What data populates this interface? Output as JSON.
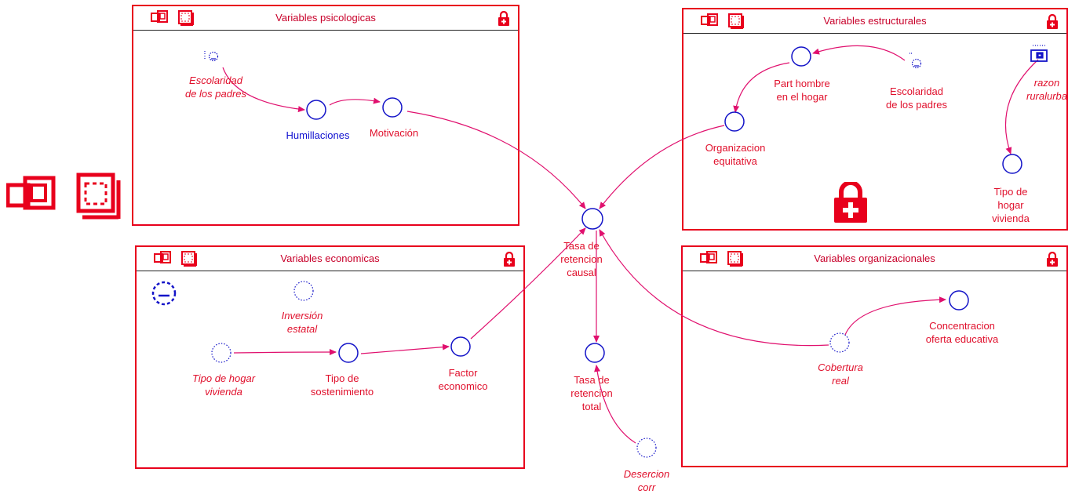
{
  "colors": {
    "frame": "#e8001c",
    "arrow": "#e0106e",
    "node": "#1414c8",
    "label_red": "#e0102c",
    "label_blue": "#1010d0"
  },
  "modules": [
    {
      "id": "psicologicas",
      "title": "Variables psicologicas"
    },
    {
      "id": "estructurales",
      "title": "Variables estructurales"
    },
    {
      "id": "economicas",
      "title": "Variables economicas"
    },
    {
      "id": "organizacionales",
      "title": "Variables organizacionales"
    }
  ],
  "nodes": {
    "escolaridad_padres_psi": "Escolaridad\nde los padres",
    "humillaciones": "Humillaciones",
    "motivacion": "Motivación",
    "part_hombre": "Part hombre\nen el hogar",
    "escolaridad_padres_est": "Escolaridad\nde los padres",
    "razon_ruralurba": "razon\nruralurba",
    "organizacion_equitativa": "Organizacion\nequitativa",
    "tipo_hogar_vivienda_est": "Tipo de hogar\nvivienda",
    "tasa_retencion_causal": "Tasa de\nretencion\ncausal",
    "inversion_estatal": "Inversión\nestatal",
    "tipo_hogar_vivienda_eco": "Tipo de hogar\nvivienda",
    "tipo_sostenimiento": "Tipo de\nsostenimiento",
    "factor_economico": "Factor\neconomico",
    "tasa_retencion_total": "Tasa de\nretencion\ntotal",
    "desercion_corr": "Desercion\ncorr",
    "concentracion_oferta": "Concentracion\noferta educativa",
    "cobertura_real": "Cobertura\nreal"
  },
  "icons": [
    "window-icon",
    "dashed-window-icon",
    "lock-icon",
    "input-node-icon",
    "lookup-icon"
  ]
}
